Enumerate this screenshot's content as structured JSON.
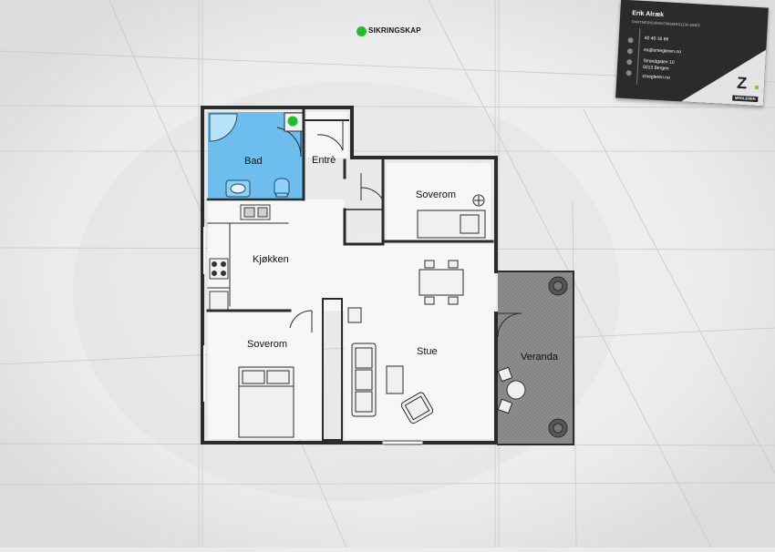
{
  "rooms": {
    "bad": "Bad",
    "entre": "Entrè",
    "soverom_1": "Soverom",
    "kjokken": "Kjøkken",
    "soverom_2": "Soverom",
    "stue": "Stue",
    "veranda": "Veranda"
  },
  "legend": {
    "label": "SIKRINGSKAP",
    "color": "#1fc12a"
  },
  "business_card": {
    "name": "Erik Alræk",
    "title": "PARTNER/EIENDOMSMEGLER MNEF",
    "phone": "40 40 16 66",
    "email": "ea@zmegleren.no",
    "address_line1": "Strandgaten 10",
    "address_line2": "5013 Bergen",
    "website": "zmegleren.no",
    "logo_letter": "Z",
    "logo_word": "MEGLEREN",
    "accent_color": "#7ac943"
  },
  "colors": {
    "bathroom": "#5fb8ee",
    "veranda": "#8c8c8c",
    "wall": "#2b2b2b"
  }
}
